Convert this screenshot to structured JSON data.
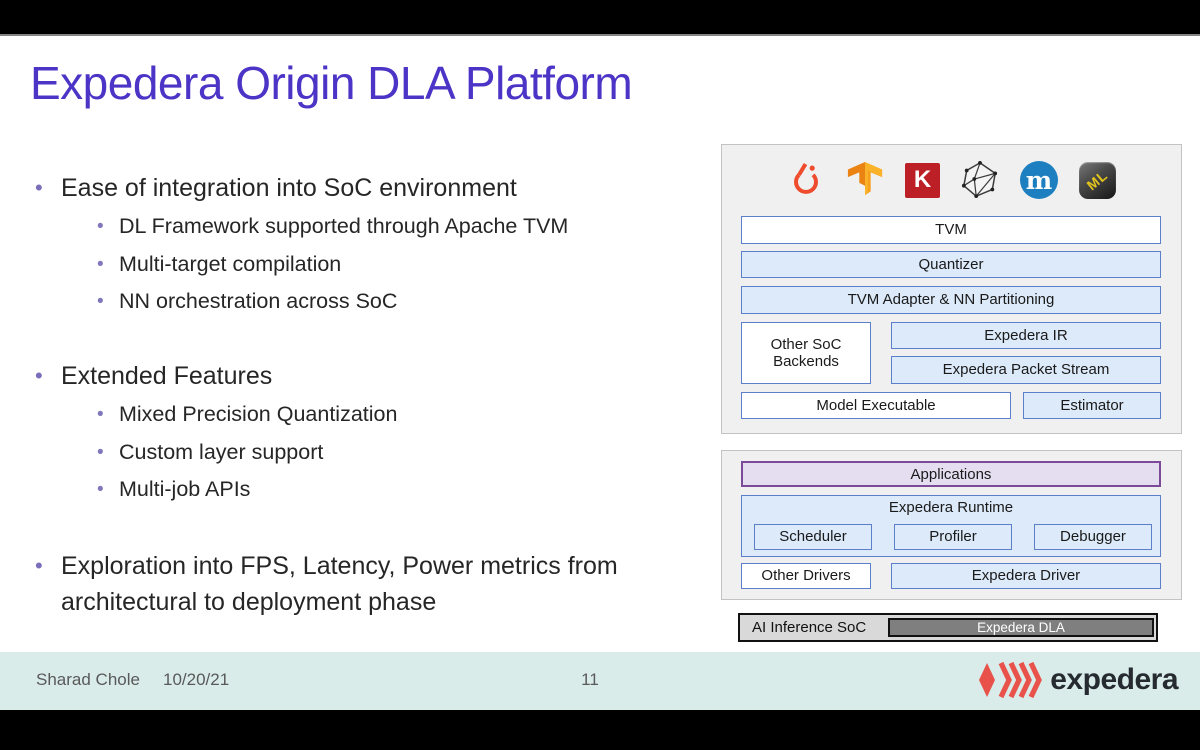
{
  "slide": {
    "title": "Expedera Origin DLA Platform",
    "bullet_groups": [
      {
        "text": "Ease of integration into SoC environment",
        "subs": [
          "DL Framework supported through Apache TVM",
          "Multi-target compilation",
          "NN orchestration across SoC"
        ]
      },
      {
        "text": "Extended Features",
        "subs": [
          "Mixed Precision Quantization",
          "Custom layer support",
          "Multi-job APIs"
        ]
      },
      {
        "text": "Exploration into FPS, Latency, Power metrics from architectural to deployment phase",
        "subs": []
      }
    ]
  },
  "diagram": {
    "framework_icons": [
      "pytorch",
      "tensorflow",
      "keras",
      "onnx",
      "mxnet",
      "coreml"
    ],
    "toolchain": {
      "tvm": "TVM",
      "quantizer": "Quantizer",
      "adapter": "TVM Adapter & NN Partitioning",
      "other_soc_backends": "Other SoC Backends",
      "expedera_ir": "Expedera IR",
      "packet_stream": "Expedera Packet Stream",
      "model_executable": "Model Executable",
      "estimator": "Estimator"
    },
    "runtime": {
      "applications": "Applications",
      "runtime_label": "Expedera Runtime",
      "scheduler": "Scheduler",
      "profiler": "Profiler",
      "debugger": "Debugger",
      "other_drivers": "Other Drivers",
      "expedera_driver": "Expedera Driver"
    },
    "soc": {
      "label": "AI Inference SoC",
      "dla": "Expedera DLA"
    }
  },
  "footer": {
    "author": "Sharad Chole",
    "date": "10/20/21",
    "page": "11",
    "brand": "expedera"
  },
  "colors": {
    "title": "#4b34c6",
    "box_blue_fill": "#dceafa",
    "box_blue_border": "#5b7fc9",
    "box_purple_fill": "#e5def1",
    "box_purple_border": "#7b4b99",
    "footer_bg": "#d9ecea",
    "brand_red": "#e8524a"
  }
}
